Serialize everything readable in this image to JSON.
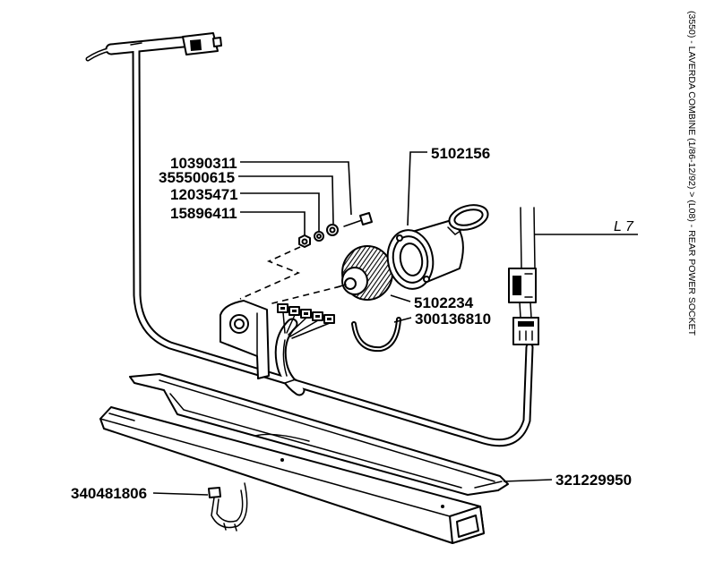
{
  "caption": "(3550) - LAVERDA COMBINE (1/86-12/92) > (L08) - REAR POWER SOCKET",
  "callouts": [
    "10390311",
    "355500615",
    "12035471",
    "15896411",
    "5102156",
    "5102234",
    "300136810",
    "321229950",
    "340481806"
  ],
  "wire_label": "L 7"
}
